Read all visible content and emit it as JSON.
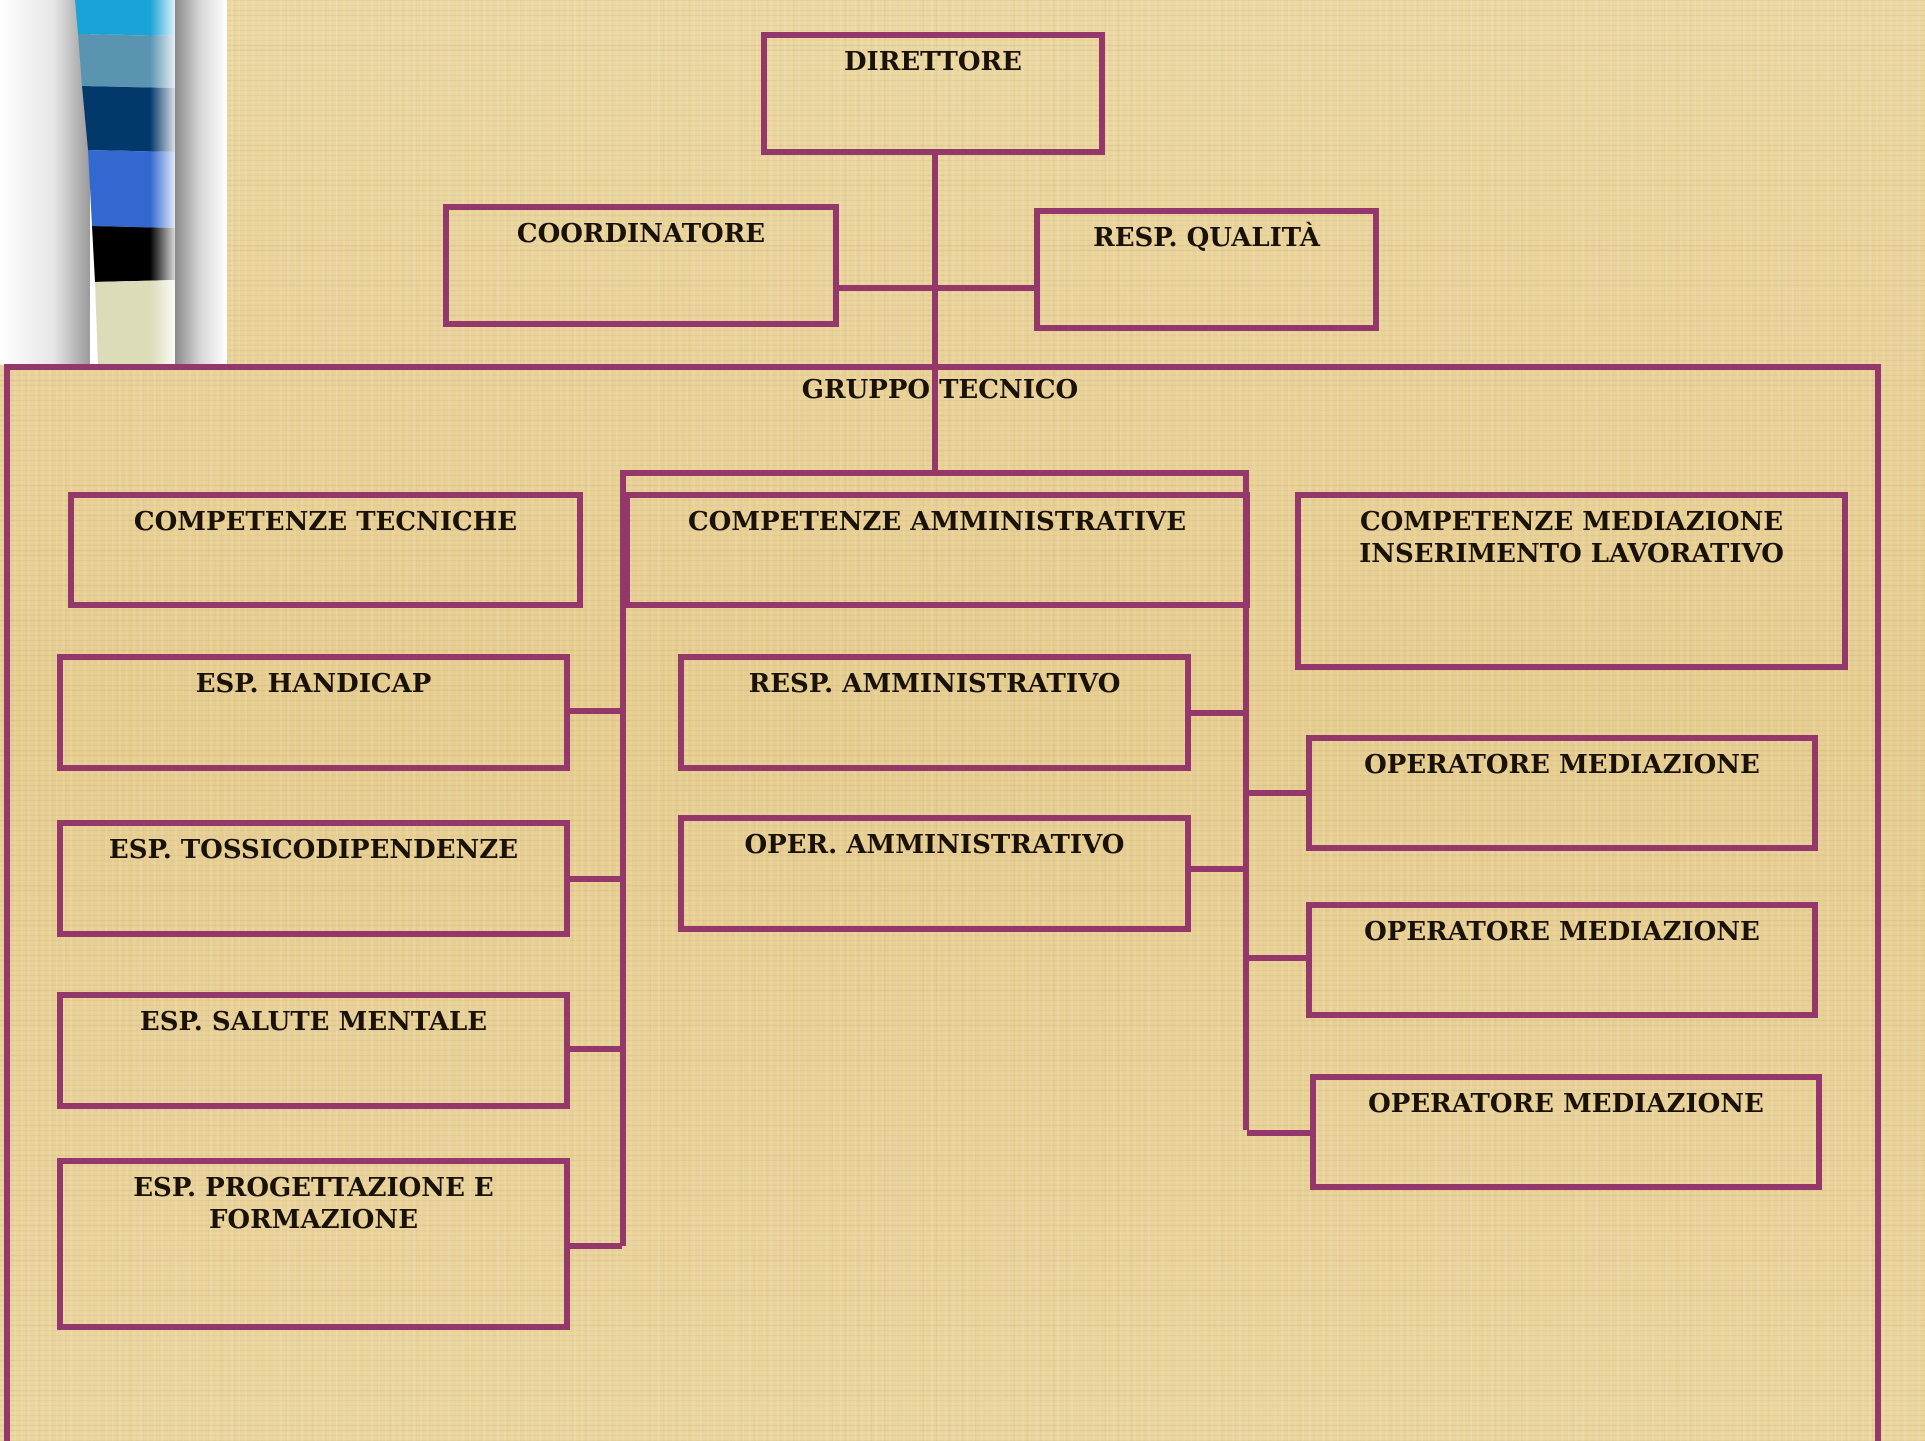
{
  "diagram": {
    "direttore": "DIRETTORE",
    "coordinatore": "COORDINATORE",
    "resp_qualita": "RESP. QUALITÀ",
    "gruppo_tecnico": "GRUPPO TECNICO",
    "competenze_tecniche": "COMPETENZE TECNICHE",
    "competenze_amministrative": "COMPETENZE AMMINISTRATIVE",
    "competenze_mediazione": "COMPETENZE MEDIAZIONE\nINSERIMENTO LAVORATIVO",
    "tecniche_items": [
      "ESP. HANDICAP",
      "ESP. TOSSICODIPENDENZE",
      "ESP. SALUTE MENTALE",
      "ESP. PROGETTAZIONE E\nFORMAZIONE"
    ],
    "amministrative_items": [
      "RESP. AMMINISTRATIVO",
      "OPER. AMMINISTRATIVO"
    ],
    "mediazione_items": [
      "OPERATORE MEDIAZIONE",
      "OPERATORE MEDIAZIONE",
      "OPERATORE MEDIAZIONE"
    ]
  },
  "colors": {
    "border": "#94376a",
    "background": "#e9d39a",
    "text": "#1a1206"
  },
  "decoration": {
    "corner_stripes": [
      "#1aa3d6",
      "#5a94b0",
      "#03386a",
      "#3368d0",
      "#000000",
      "#dcdcb8"
    ]
  }
}
